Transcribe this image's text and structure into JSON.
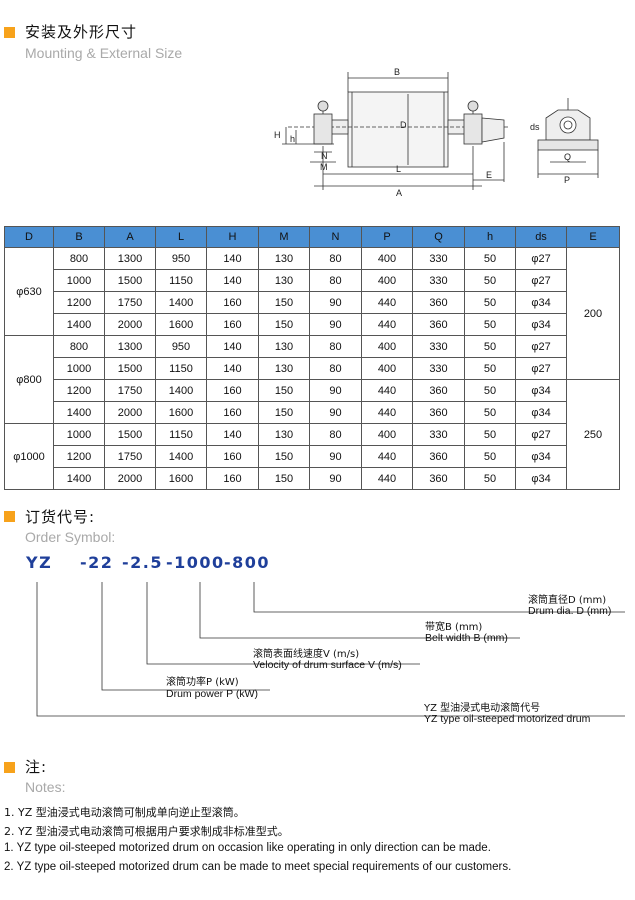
{
  "mounting": {
    "title_cn": "安装及外形尺寸",
    "title_en": "Mounting & External Size",
    "diagram_labels": [
      "B",
      "H",
      "h",
      "N",
      "M",
      "L",
      "A",
      "E",
      "D",
      "ds",
      "Q",
      "P"
    ]
  },
  "table": {
    "headers": [
      "D",
      "B",
      "A",
      "L",
      "H",
      "M",
      "N",
      "P",
      "Q",
      "h",
      "ds",
      "E"
    ],
    "groups": [
      {
        "d": "φ630",
        "rows": [
          [
            "800",
            "1300",
            "950",
            "140",
            "130",
            "80",
            "400",
            "330",
            "50",
            "φ27"
          ],
          [
            "1000",
            "1500",
            "1150",
            "140",
            "130",
            "80",
            "400",
            "330",
            "50",
            "φ27"
          ],
          [
            "1200",
            "1750",
            "1400",
            "160",
            "150",
            "90",
            "440",
            "360",
            "50",
            "φ34"
          ],
          [
            "1400",
            "2000",
            "1600",
            "160",
            "150",
            "90",
            "440",
            "360",
            "50",
            "φ34"
          ]
        ]
      },
      {
        "d": "φ800",
        "rows": [
          [
            "800",
            "1300",
            "950",
            "140",
            "130",
            "80",
            "400",
            "330",
            "50",
            "φ27"
          ],
          [
            "1000",
            "1500",
            "1150",
            "140",
            "130",
            "80",
            "400",
            "330",
            "50",
            "φ27"
          ],
          [
            "1200",
            "1750",
            "1400",
            "160",
            "150",
            "90",
            "440",
            "360",
            "50",
            "φ34"
          ],
          [
            "1400",
            "2000",
            "1600",
            "160",
            "150",
            "90",
            "440",
            "360",
            "50",
            "φ34"
          ]
        ]
      },
      {
        "d": "φ1000",
        "rows": [
          [
            "1000",
            "1500",
            "1150",
            "140",
            "130",
            "80",
            "400",
            "330",
            "50",
            "φ27"
          ],
          [
            "1200",
            "1750",
            "1400",
            "160",
            "150",
            "90",
            "440",
            "360",
            "50",
            "φ34"
          ],
          [
            "1400",
            "2000",
            "1600",
            "160",
            "150",
            "90",
            "440",
            "360",
            "50",
            "φ34"
          ]
        ]
      }
    ],
    "e_values": [
      "200",
      "250"
    ]
  },
  "order": {
    "title_cn": "订货代号:",
    "title_en": "Order Symbol:",
    "code_parts": [
      "YZ",
      "-22",
      "-2.5",
      "-1000",
      "-800"
    ],
    "labels": [
      {
        "cn": "滚筒直径D (mm)",
        "en": "Drum dia. D (mm)"
      },
      {
        "cn": "带宽B (mm)",
        "en": "Belt width B (mm)"
      },
      {
        "cn": "滚筒表面线速度V (m/s)",
        "en": "Velocity of drum surface V (m/s)"
      },
      {
        "cn": "滚筒功率P (kW)",
        "en": "Drum power P (kW)"
      },
      {
        "cn": "YZ  型油浸式电动滚筒代号",
        "en": "YZ  type oil-steeped motorized drum"
      }
    ]
  },
  "notes": {
    "title_cn": "注:",
    "title_en": "Notes:",
    "items": [
      "1. YZ 型油浸式电动滚筒可制成单向逆止型滚筒。",
      "2. YZ 型油浸式电动滚筒可根据用户要求制成非标准型式。",
      "1. YZ type oil-steeped motorized drum on occasion like operating in only direction can be made.",
      "2. YZ type oil-steeped motorized drum can be made to meet special requirements of our customers."
    ]
  }
}
